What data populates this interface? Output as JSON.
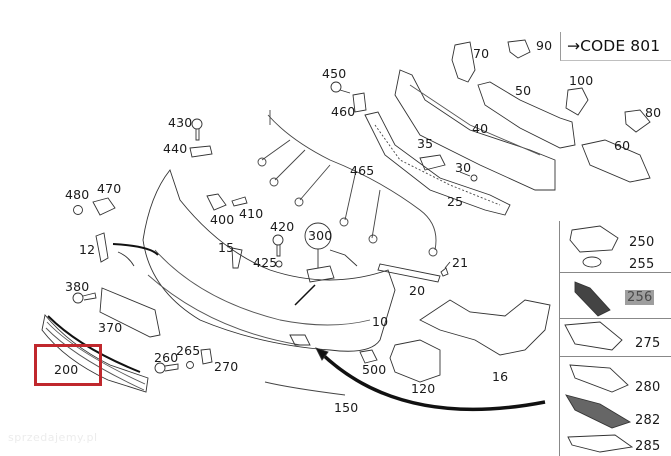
{
  "diagram": {
    "title": "Front bumper parts diagram",
    "code_ref": "→CODE 801",
    "highlighted_part": "200",
    "highlight_color": "#c0282d",
    "side_panel_highlight": "256",
    "side_panel_highlight_color": "#9e9e9e",
    "watermark": "sprzedajemy.pl",
    "labels": [
      {
        "id": "p70",
        "text": "70"
      },
      {
        "id": "p90",
        "text": "90"
      },
      {
        "id": "p450",
        "text": "450"
      },
      {
        "id": "p100",
        "text": "100"
      },
      {
        "id": "p50",
        "text": "50"
      },
      {
        "id": "p460",
        "text": "460"
      },
      {
        "id": "p80",
        "text": "80"
      },
      {
        "id": "p430",
        "text": "430"
      },
      {
        "id": "p40",
        "text": "40"
      },
      {
        "id": "p440",
        "text": "440"
      },
      {
        "id": "p35",
        "text": "35"
      },
      {
        "id": "p60",
        "text": "60"
      },
      {
        "id": "p465",
        "text": "465"
      },
      {
        "id": "p30",
        "text": "30"
      },
      {
        "id": "p480",
        "text": "480"
      },
      {
        "id": "p470",
        "text": "470"
      },
      {
        "id": "p25",
        "text": "25"
      },
      {
        "id": "p400",
        "text": "400"
      },
      {
        "id": "p410",
        "text": "410"
      },
      {
        "id": "p420",
        "text": "420"
      },
      {
        "id": "p300",
        "text": "300"
      },
      {
        "id": "p12",
        "text": "12"
      },
      {
        "id": "p15",
        "text": "15"
      },
      {
        "id": "p425",
        "text": "425"
      },
      {
        "id": "p21",
        "text": "21"
      },
      {
        "id": "p380",
        "text": "380"
      },
      {
        "id": "p20",
        "text": "20"
      },
      {
        "id": "p370",
        "text": "370"
      },
      {
        "id": "p10",
        "text": "10"
      },
      {
        "id": "p16",
        "text": "16"
      },
      {
        "id": "p260",
        "text": "260"
      },
      {
        "id": "p265",
        "text": "265"
      },
      {
        "id": "p270",
        "text": "270"
      },
      {
        "id": "p200",
        "text": "200"
      },
      {
        "id": "p500",
        "text": "500"
      },
      {
        "id": "p120",
        "text": "120"
      },
      {
        "id": "p150",
        "text": "150"
      }
    ],
    "side_panel": [
      {
        "id": "s250",
        "text": "250"
      },
      {
        "id": "s255",
        "text": "255"
      },
      {
        "id": "s256",
        "text": "256"
      },
      {
        "id": "s275",
        "text": "275"
      },
      {
        "id": "s280",
        "text": "280"
      },
      {
        "id": "s282",
        "text": "282"
      },
      {
        "id": "s285",
        "text": "285"
      }
    ]
  }
}
